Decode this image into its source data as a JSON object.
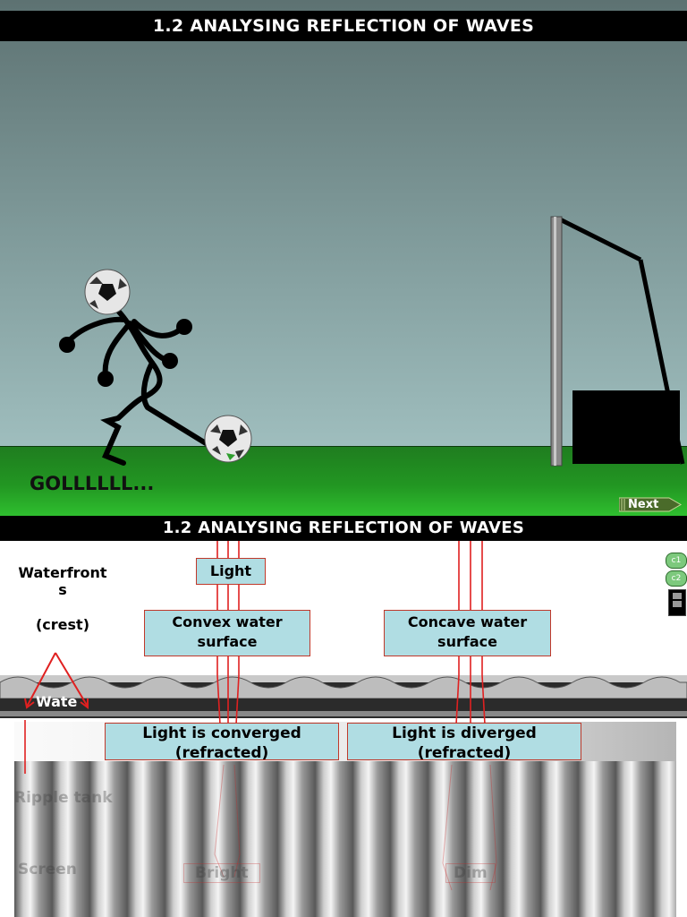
{
  "slide1": {
    "title": "1.2 ANALYSING REFLECTION OF WAVES",
    "caption": "GOLLLLLL...",
    "next_label": "Next"
  },
  "slide2": {
    "title": "1.2 ANALYSING REFLECTION OF WAVES",
    "waterfronts_line1": "Waterfront",
    "waterfronts_line2": "s",
    "crest": "(crest)",
    "light": "Light",
    "convex_line1": "Convex water",
    "convex_line2": "surface",
    "concave_line1": "Concave water",
    "concave_line2": "surface",
    "water_label": "Wate",
    "converged_line1": "Light is converged",
    "converged_line2": "(refracted)",
    "diverged_line1": "Light is diverged",
    "diverged_line2": "(refracted)",
    "ripple_tank": "Ripple tank",
    "screen": "Screen",
    "bright": "Bright",
    "dim": "Dim",
    "controls": [
      "c1",
      "c2"
    ]
  },
  "colors": {
    "title_bar": "#000000",
    "label_fill": "#b0dde3",
    "label_border": "#c0392b",
    "ray": "#e02020",
    "grass": "#229622"
  },
  "icons": {
    "player": "stick-figure-player",
    "ball": "soccer-ball",
    "goal": "goal-post",
    "next": "arrow-next"
  }
}
